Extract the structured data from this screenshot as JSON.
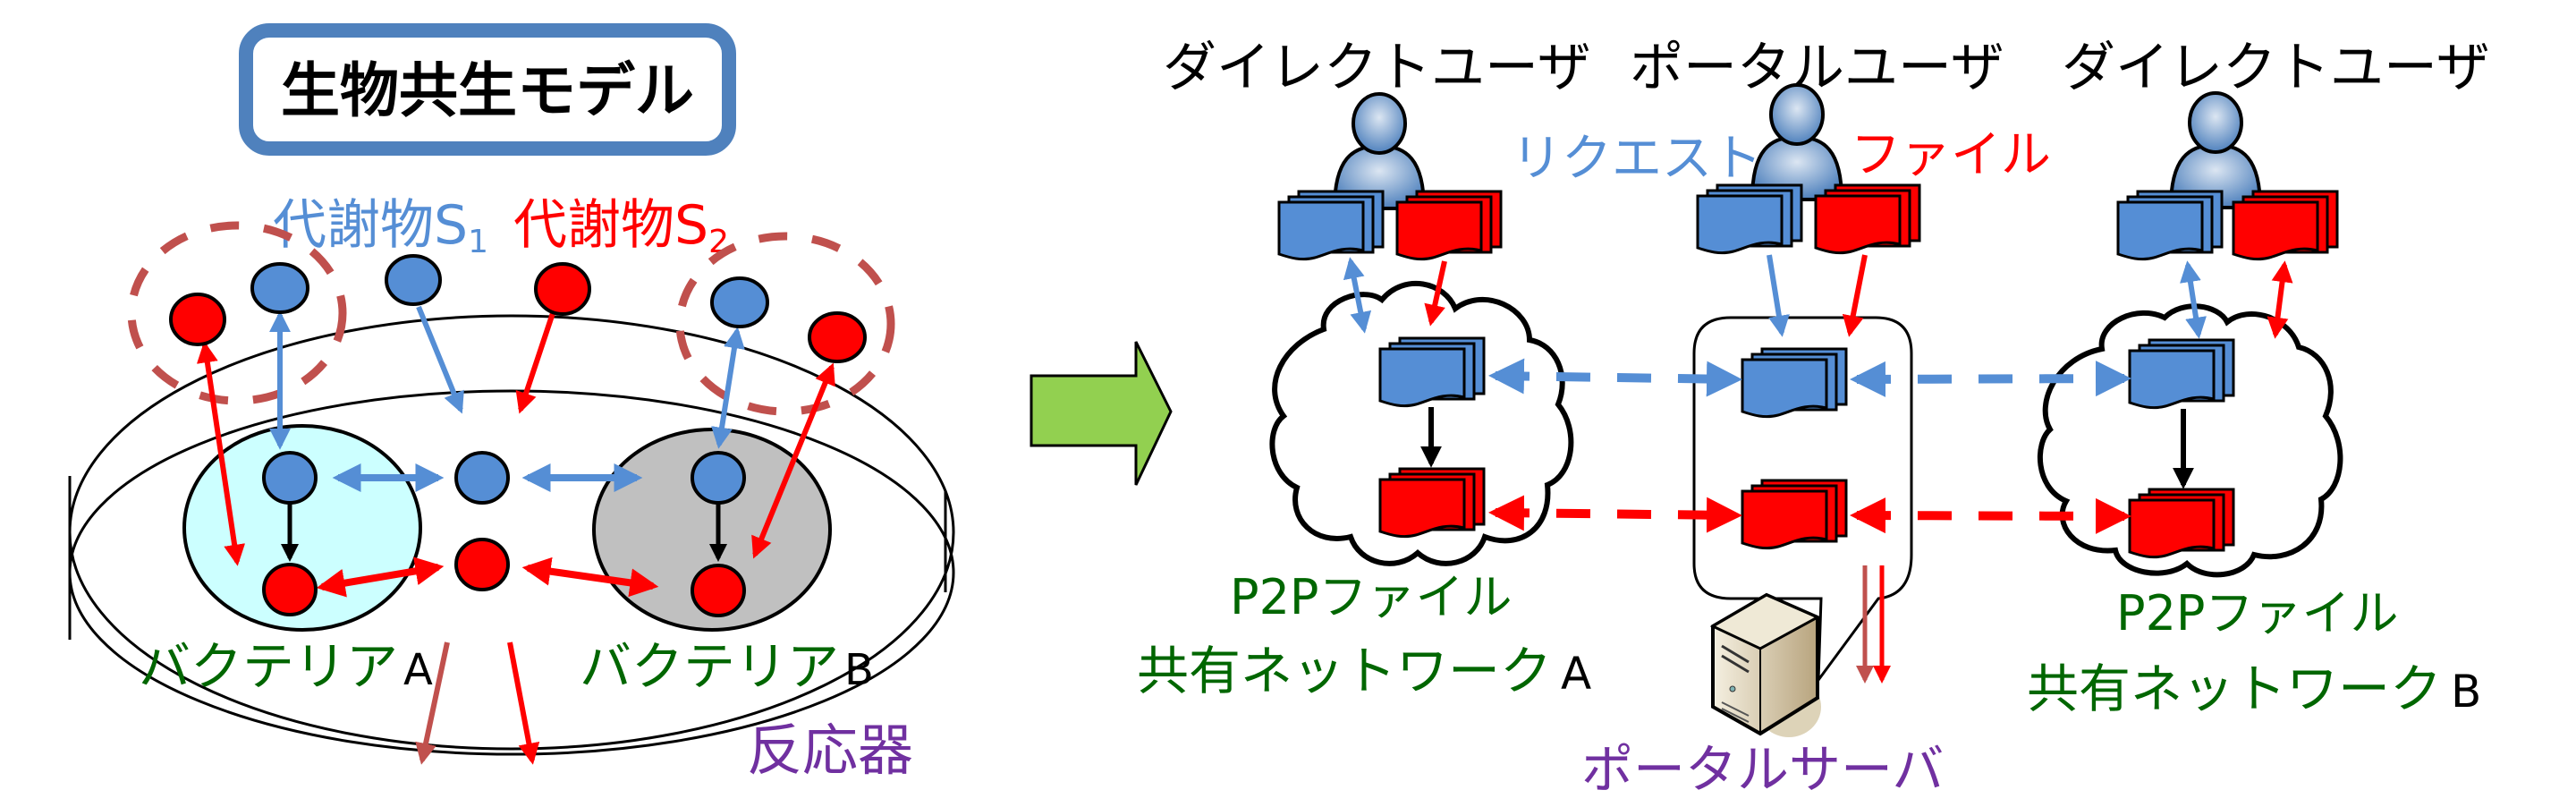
{
  "colors": {
    "title_border": "#4f81bd",
    "metabolite_s1": "#558ed5",
    "metabolite_s2": "#ff0000",
    "bacteria_a_fill": "#ccffff",
    "bacteria_b_fill": "#c0c0c0",
    "dashed_ring": "#c0504d",
    "transform_arrow": "#92d050",
    "label_green": "#006600",
    "label_purple": "#7030a0"
  },
  "left": {
    "title": "生物共生モデル",
    "metabolite_s1": {
      "text": "代謝物S",
      "sub": "1"
    },
    "metabolite_s2": {
      "text": "代謝物S",
      "sub": "2"
    },
    "bacteria_a": {
      "name": "バクテリア",
      "suffix": "A"
    },
    "bacteria_b": {
      "name": "バクテリア",
      "suffix": "B"
    },
    "reactor": "反応器"
  },
  "transform_arrow": {
    "icon": "right-arrow-icon"
  },
  "right": {
    "users": [
      {
        "label": "ダイレクトユーザ",
        "icon": "user-icon"
      },
      {
        "label": "ポータルユーザ",
        "icon": "user-icon"
      },
      {
        "label": "ダイレクトユーザ",
        "icon": "user-icon"
      }
    ],
    "request_label": "リクエスト",
    "file_label": "ファイル",
    "network_a": {
      "line1": "P2Pファイル",
      "line2": "共有ネットワーク",
      "suffix": "A"
    },
    "network_b": {
      "line1": "P2Pファイル",
      "line2": "共有ネットワーク",
      "suffix": "B"
    },
    "portal_server": {
      "label": "ポータルサーバ",
      "icon": "server-icon"
    }
  }
}
